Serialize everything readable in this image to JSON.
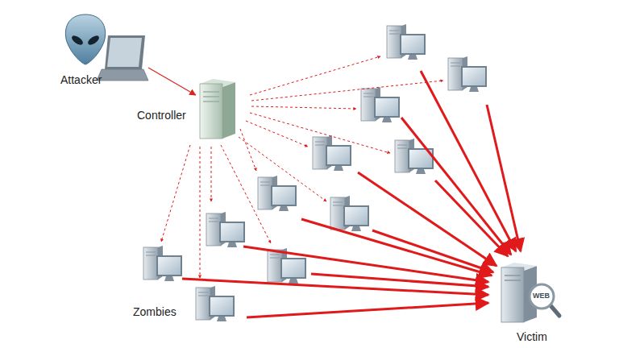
{
  "diagram": {
    "nodes": [
      {
        "text": [
          "Attacker"
        ]
      },
      {
        "text": [
          "Controller"
        ]
      },
      {
        "text": [
          "Victim",
          "WEB"
        ]
      }
    ],
    "edges": [
      {
        "from": 0,
        "to": 1,
        "arrow": "to"
      }
    ],
    "labels": [
      "Zombies"
    ]
  }
}
